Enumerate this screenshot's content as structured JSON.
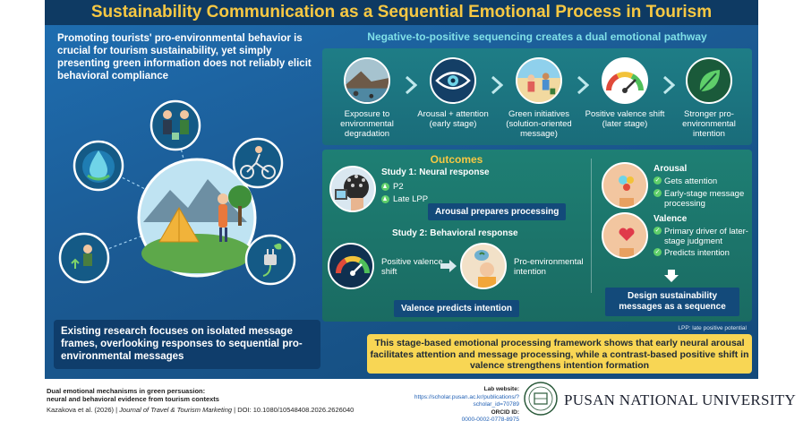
{
  "title": "Sustainability Communication as a Sequential Emotional Process in Tourism",
  "left": {
    "intro": "Promoting tourists' pro-environmental behavior is crucial for tourism sustainability, yet simply presenting green information does not reliably elicit behavioral compliance",
    "bottom": "Existing research focuses on isolated message frames, overlooking responses to sequential pro-environmental messages"
  },
  "sequence": {
    "heading": "Negative-to-positive sequencing creates a dual emotional pathway",
    "stages": [
      {
        "label": "Exposure to environmental degradation",
        "icon": "polluted-coast-icon"
      },
      {
        "label": "Arousal + attention (early stage)",
        "icon": "eye-icon"
      },
      {
        "label": "Green initiatives (solution-oriented message)",
        "icon": "beach-cleanup-icon"
      },
      {
        "label": "Positive valence shift (later stage)",
        "icon": "gauge-icon"
      },
      {
        "label": "Stronger pro-environmental intention",
        "icon": "leaf-icon"
      }
    ]
  },
  "outcomes": {
    "heading": "Outcomes",
    "study1": {
      "title": "Study 1: Neural response",
      "indicators": [
        "P2",
        "Late LPP"
      ],
      "tag": "Arousal prepares processing"
    },
    "study2": {
      "title": "Study 2: Behavioral response",
      "shift": "Positive valence shift",
      "intention": "Pro-environmental intention",
      "tag": "Valence predicts intention"
    },
    "arousal": {
      "title": "Arousal",
      "items": [
        "Gets attention",
        "Early-stage message processing"
      ]
    },
    "valence": {
      "title": "Valence",
      "items": [
        "Primary driver of later-stage judgment",
        "Predicts intention"
      ]
    },
    "design": "Design sustainability messages as a sequence",
    "note": "LPP: late positive potential"
  },
  "conclusion": "This stage-based emotional processing framework shows that early neural arousal facilitates attention and message processing, while a contrast-based positive shift in valence strengthens intention formation",
  "footer": {
    "paper_title_1": "Dual emotional mechanisms in green persuasion:",
    "paper_title_2": "neural and behavioral evidence from tourism contexts",
    "authors": "Kazakova et al. (2026)",
    "journal": "Journal of Travel & Tourism Marketing",
    "doi": "DOI: 10.1080/10548408.2026.2626040",
    "lab_label": "Lab website:",
    "lab_url": "https://scholar.pusan.ac.kr/publications/?scholar_id=70789",
    "orcid_label": "ORCID ID:",
    "orcid": "0000-0002-0778-8975",
    "university": "PUSAN NATIONAL UNIVERSITY"
  },
  "colors": {
    "background": "#1b5a93",
    "title_text": "#f7c843",
    "accent_teal": "#1e7d86",
    "panel_dark": "#134a7a",
    "highlight_yellow": "#f8d654",
    "check_green": "#5fcf6a"
  }
}
